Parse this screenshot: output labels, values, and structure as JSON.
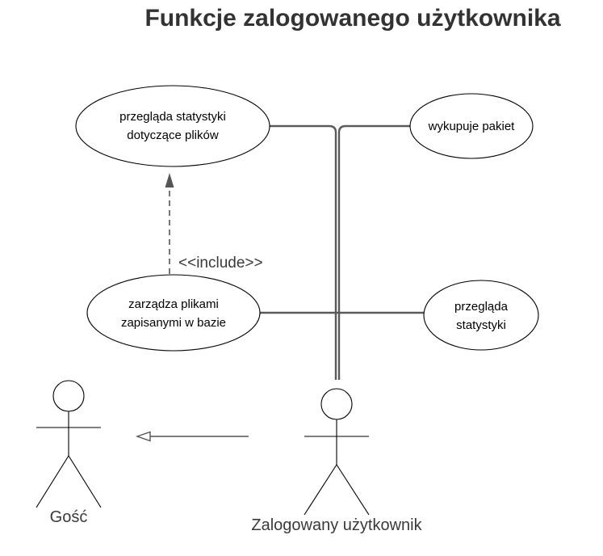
{
  "title": "Funkcje zalogowanego użytkownika",
  "use_cases": {
    "view_file_stats": [
      "przegląda statystyki",
      "dotyczące plików"
    ],
    "buy_package": [
      "wykupuje pakiet"
    ],
    "manage_files": [
      "zarządza plikami",
      "zapisanymi w bazie"
    ],
    "view_stats": [
      "przegląda",
      "statystyki"
    ]
  },
  "include_label": "<<include>>",
  "actors": {
    "guest": "Gość",
    "logged_user": "Zalogowany użytkownik"
  }
}
